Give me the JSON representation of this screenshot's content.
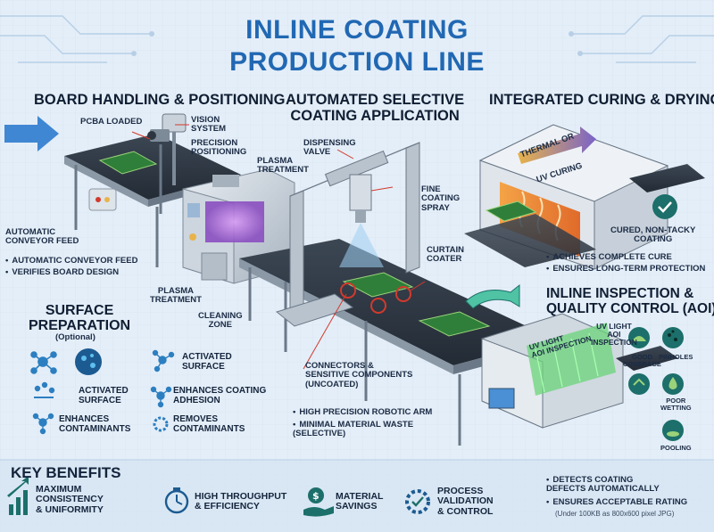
{
  "title": {
    "line1": "INLINE COATING",
    "line2": "PRODUCTION LINE"
  },
  "sections": {
    "board_handling": {
      "heading": "BOARD HANDLING & POSITIONING",
      "pcba_loaded": "PCBA LOADED",
      "vision_system": "VISION\nSYSTEM",
      "precision_positioning": "PRECISION\nPOSITIONING",
      "automatic_conveyor_feed": "AUTOMATIC\nCONVEYOR FEED",
      "bullets": [
        "AUTOMATIC CONVEYOR FEED",
        "VERIFIES BOARD DESIGN"
      ]
    },
    "coating": {
      "heading": "AUTOMATED SELECTIVE\nCOATING APPLICATION",
      "dispensing_valve": "DISPENSING\nVALVE",
      "fine_coating_spray": "FINE\nCOATING\nSPRAY",
      "curtain_coater": "CURTAIN\nCOATER",
      "connectors": "CONNECTORS &\nSENSITIVE COMPONENTS\n(UNCOATED)",
      "bullets": [
        "HIGH PRECISION ROBOTIC ARM",
        "MINIMAL MATERIAL WASTE\n(SELECTIVE)"
      ]
    },
    "curing": {
      "heading": "INTEGRATED CURING & DRYING",
      "arrow_label": "THERMAL OR",
      "oven_label": "UV CURING",
      "cured_label": "CURED, NON-TACKY\nCOATING",
      "bullets": [
        "ACHIEVES COMPLETE CURE",
        "ENSURES LONG-TERM PROTECTION"
      ]
    },
    "surface_prep": {
      "heading": "SURFACE\nPREPARATION",
      "optional": "(Optional)",
      "plasma_treatment_top": "PLASMA\nTREATMENT",
      "plasma_treatment": "PLASMA\nTREATMENT",
      "cleaning_zone": "CLEANING\nZONE",
      "items": [
        {
          "icon": "molecule-icon",
          "label": "ACTIVATED\nSURFACE"
        },
        {
          "icon": "activated-surface-icon",
          "label": "ACTIVATED\nSURFACE"
        },
        {
          "icon": "contaminant-icon",
          "label": "ENHANCES\nCONTAMINANTS"
        },
        {
          "icon": "adhesion-icon",
          "label": "ENHANCES COATING\nADHESION"
        },
        {
          "icon": "gear-icon",
          "label": "REMOVES\nCONTAMINANTS"
        }
      ]
    },
    "inspection": {
      "heading": "INLINE INSPECTION &\nQUALITY CONTROL (AOI)",
      "machine_label": "UV LIGHT\nAOI INSPECTION",
      "uv_label": "UV LIGHT\nAOI\nINSPECTION",
      "checks": [
        {
          "label": "GOOD\nCOVERAGE",
          "icon": "good-coverage-icon"
        },
        {
          "label": "PINHOLES",
          "icon": "pinholes-icon"
        },
        {
          "label": "POOR\nWETTING",
          "icon": "poor-wetting-icon"
        },
        {
          "label": "POOLING",
          "icon": "pooling-icon"
        }
      ],
      "bullets": [
        "DETECTS COATING\nDEFECTS AUTOMATICALLY",
        "ENSURES ACCEPTABLE RATING"
      ],
      "note": "(Under 100KB as 800x600 pixel JPG)"
    }
  },
  "key_benefits": {
    "heading": "KEY BENEFITS",
    "items": [
      {
        "icon": "growth-chart-icon",
        "label": "MAXIMUM\nCONSISTENCY\n& UNIFORMITY"
      },
      {
        "icon": "stopwatch-icon",
        "label": "HIGH THROUGHPUT\n& EFFICIENCY"
      },
      {
        "icon": "money-hand-icon",
        "label": "MATERIAL\nSAVINGS"
      },
      {
        "icon": "gear-check-icon",
        "label": "PROCESS\nVALIDATION\n& CONTROL"
      }
    ]
  },
  "colors": {
    "title": "#2168b3",
    "background": "#e4eef8",
    "teal_icon": "#1c6f6a",
    "blue_icon": "#2c7fc0",
    "accent_red": "#d23a2c"
  }
}
